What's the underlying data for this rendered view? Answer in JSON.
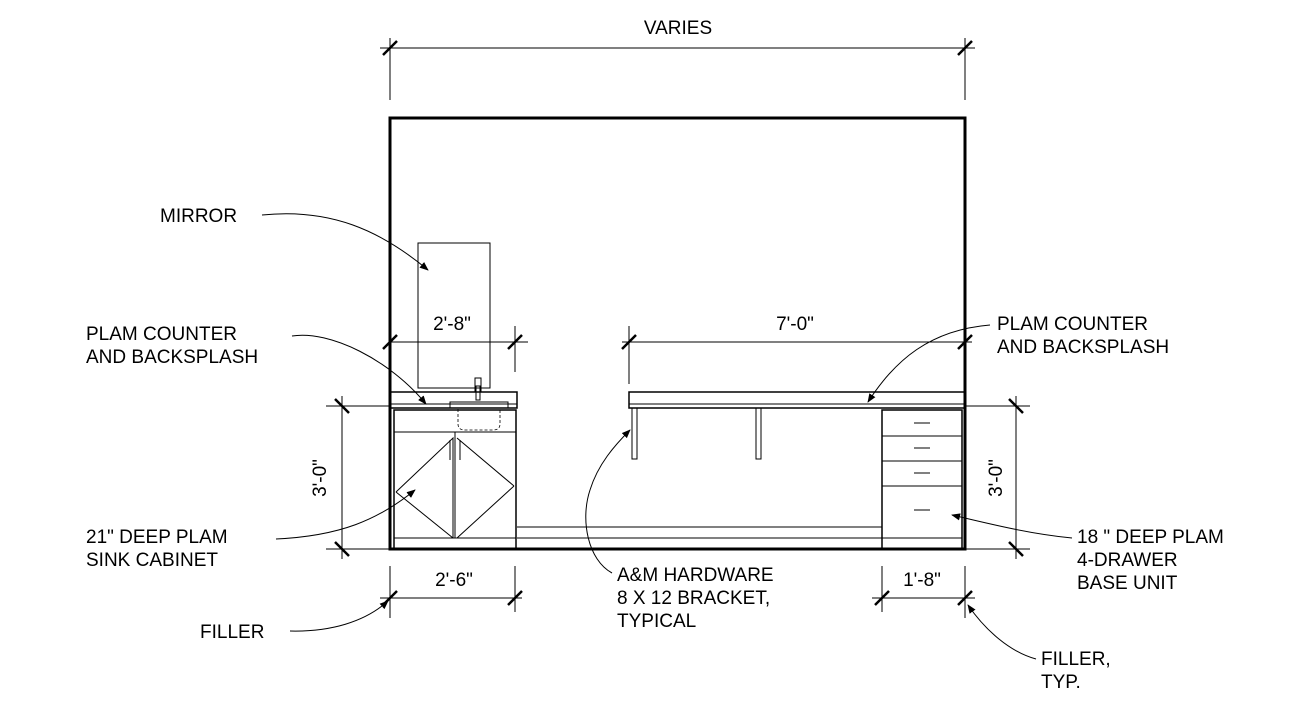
{
  "labels": {
    "overall_width": "VARIES",
    "mirror": "MIRROR",
    "counter_left_1": "PLAM COUNTER",
    "counter_left_2": "AND BACKSPLASH",
    "counter_right_1": "PLAM COUNTER",
    "counter_right_2": "AND BACKSPLASH",
    "dim_mirror": "2'-8\"",
    "dim_counter": "7'-0\"",
    "dim_height_left": "3'-0\"",
    "dim_height_right": "3'-0\"",
    "sink_cabinet_1": "21\" DEEP PLAM",
    "sink_cabinet_2": "SINK CABINET",
    "dim_sink_cabinet": "2'-6\"",
    "filler": "FILLER",
    "bracket_1": "A&M HARDWARE",
    "bracket_2": "8 X 12  BRACKET,",
    "bracket_3": "TYPICAL",
    "dim_drawer_unit": "1'-8\"",
    "drawer_unit_1": "18 \" DEEP PLAM",
    "drawer_unit_2": "4-DRAWER",
    "drawer_unit_3": "BASE UNIT",
    "filler_typ_1": "FILLER,",
    "filler_typ_2": "TYP."
  }
}
